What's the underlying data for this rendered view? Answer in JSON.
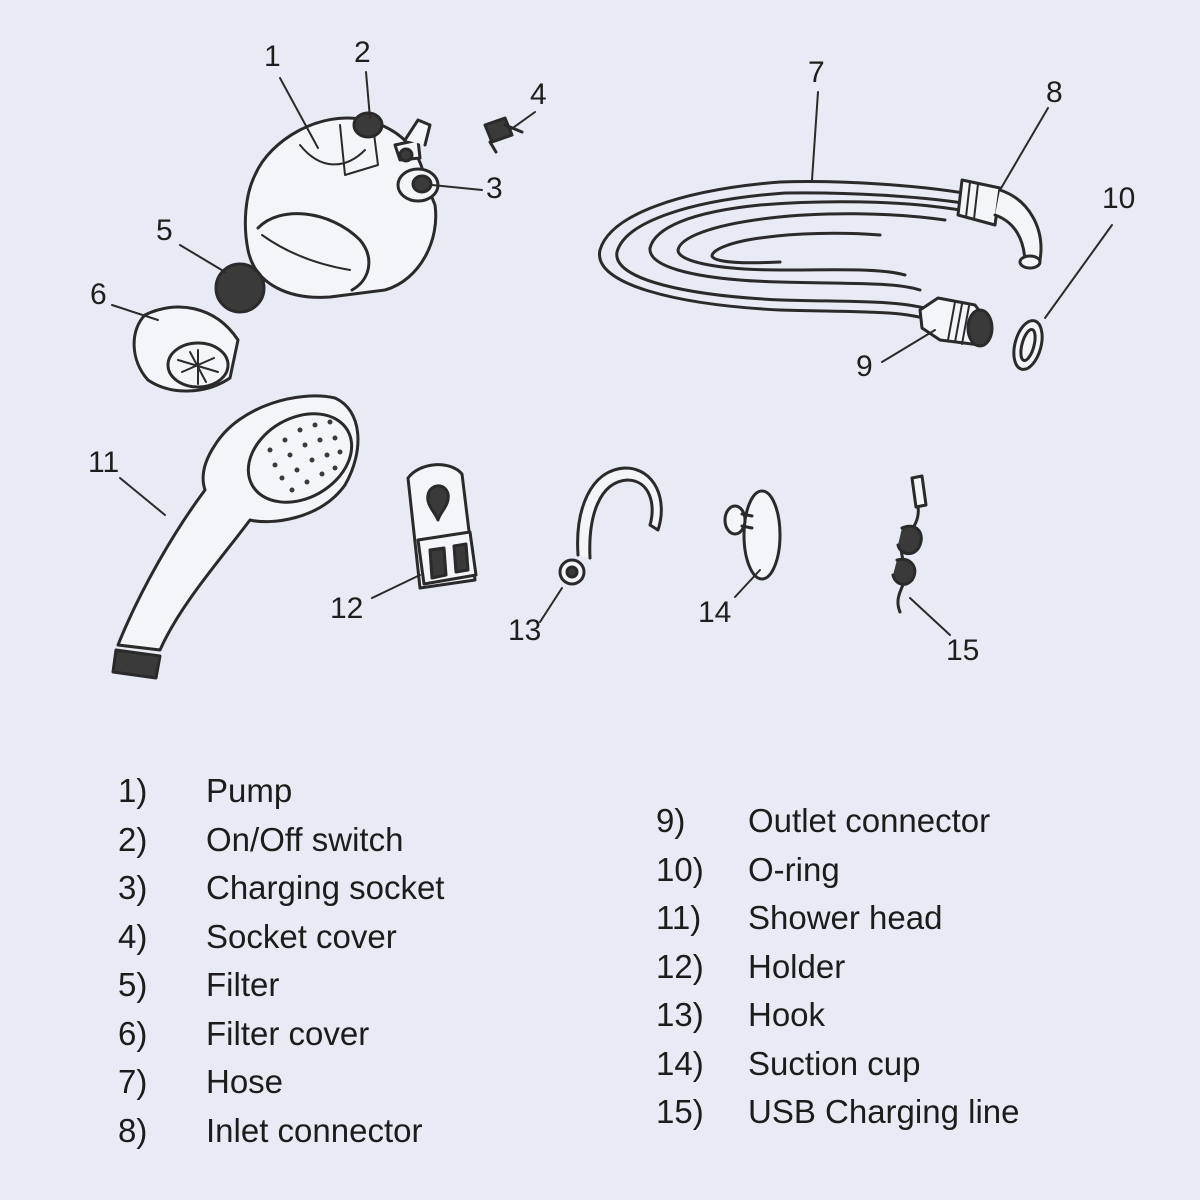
{
  "colors": {
    "background": "#e8ebf3",
    "line": "#2a2a2a",
    "part_fill": "#f4f5f9",
    "dark": "#3a3a3a"
  },
  "callouts": [
    "1",
    "2",
    "3",
    "4",
    "5",
    "6",
    "7",
    "8",
    "9",
    "10",
    "11",
    "12",
    "13",
    "14",
    "15"
  ],
  "legend_left": [
    {
      "num": "1)",
      "name": "Pump"
    },
    {
      "num": "2)",
      "name": "On/Off switch"
    },
    {
      "num": "3)",
      "name": "Charging socket"
    },
    {
      "num": "4)",
      "name": "Socket cover"
    },
    {
      "num": "5)",
      "name": "Filter"
    },
    {
      "num": "6)",
      "name": "Filter cover"
    },
    {
      "num": "7)",
      "name": "Hose"
    },
    {
      "num": "8)",
      "name": "Inlet connector"
    }
  ],
  "legend_right": [
    {
      "num": "9)",
      "name": "Outlet connector"
    },
    {
      "num": "10)",
      "name": "O-ring"
    },
    {
      "num": "11)",
      "name": "Shower head"
    },
    {
      "num": "12)",
      "name": "Holder"
    },
    {
      "num": "13)",
      "name": "Hook"
    },
    {
      "num": "14)",
      "name": "Suction cup"
    },
    {
      "num": "15)",
      "name": "USB Charging line"
    }
  ]
}
